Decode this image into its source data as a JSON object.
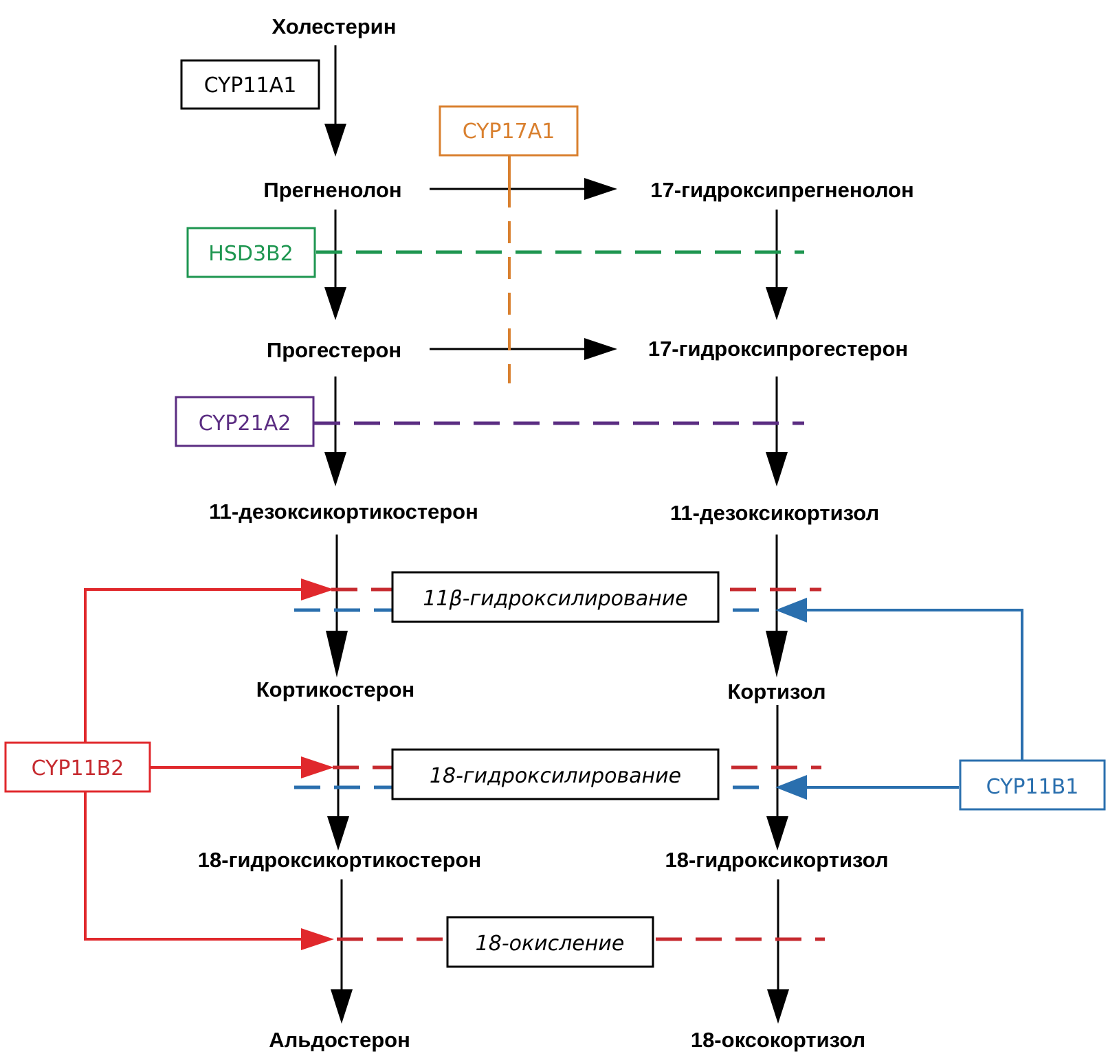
{
  "compounds": {
    "cholesterol": "Холестерин",
    "pregnenolone": "Прегненолон",
    "hydroxypregnenolone17": "17-гидроксипрегненолон",
    "progesterone": "Прогестерон",
    "hydroxyprogesterone17": "17-гидроксипрогестерон",
    "deoxycorticosterone11": "11-дезоксикортикостерон",
    "deoxycortisol11": "11-дезоксикортизол",
    "corticosterone": "Кортикостерон",
    "cortisol": "Кортизол",
    "hydroxycorticosterone18": "18-гидроксикортикостерон",
    "hydroxycortisol18": "18-гидроксикортизол",
    "aldosterone": "Альдостерон",
    "oxocortisol18": "18-оксокортизол"
  },
  "enzymes": {
    "cyp11a1": {
      "label": "CYP11A1",
      "color": "#000000"
    },
    "cyp17a1": {
      "label": "CYP17A1",
      "color": "#D9802F"
    },
    "hsd3b2": {
      "label": "HSD3B2",
      "color": "#1E9650"
    },
    "cyp21a2": {
      "label": "CYP21A2",
      "color": "#5B2D82"
    },
    "cyp11b2": {
      "label": "CYP11B2",
      "color": "#E0282C"
    },
    "cyp11b1": {
      "label": "CYP11B1",
      "color": "#2A6FAE"
    }
  },
  "processes": {
    "hydroxylation11b": "11β-гидроксилирование",
    "hydroxylation18": "18-гидроксилирование",
    "oxidation18": "18-окисление"
  }
}
